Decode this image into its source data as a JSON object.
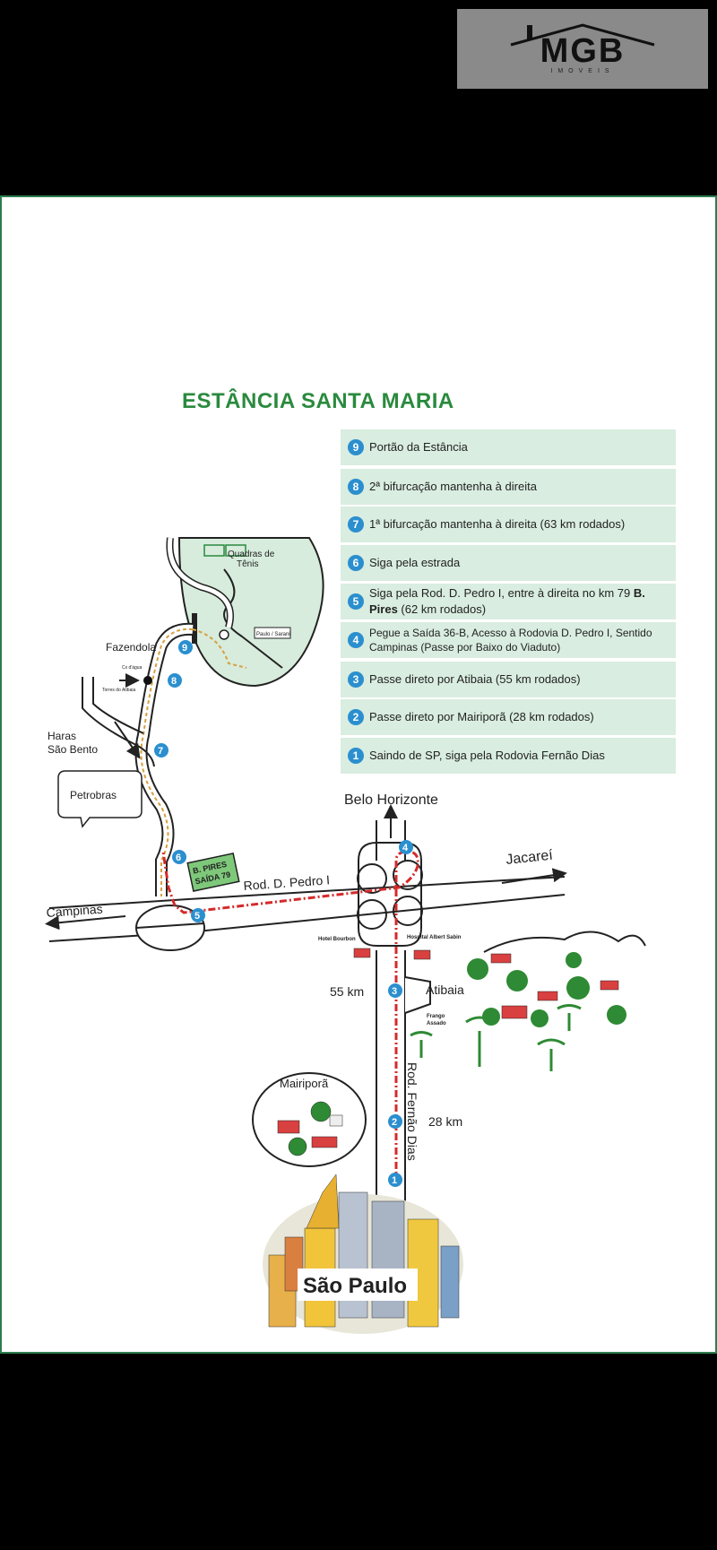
{
  "logo": {
    "brand": "MGB",
    "sub": "IMOVEIS"
  },
  "title": "ESTÂNCIA SANTA MARIA",
  "steps": [
    {
      "num": "9",
      "text": "Portão da Estância"
    },
    {
      "num": "8",
      "text": "2ª bifurcação mantenha à direita"
    },
    {
      "num": "7",
      "text": "1ª bifurcação mantenha à direita (63 km rodados)"
    },
    {
      "num": "6",
      "text": "Siga pela estrada"
    },
    {
      "num": "5",
      "text_a": "Siga pela Rod. D. Pedro I, entre à direita no km 79 ",
      "text_b": "B. Pires",
      "text_c": " (62 km rodados)"
    },
    {
      "num": "4",
      "text": "Pegue a Saída 36-B, Acesso à Rodovia D. Pedro I, Sentido Campinas (Passe por Baixo do Viaduto)"
    },
    {
      "num": "3",
      "text": "Passe direto por Atibaia (55 km rodados)"
    },
    {
      "num": "2",
      "text": "Passe direto por Mairiporã (28 km rodados)"
    },
    {
      "num": "1",
      "text": "Saindo de SP, siga pela Rodovia Fernão Dias"
    }
  ],
  "map": {
    "quadras": "Quadras de",
    "tenis": "Tênis",
    "fazendola": "Fazendola",
    "cx_agua": "Cx d'água",
    "torres": "Torres do Atibaia",
    "paulo_sarani": "Paulo / Sarani",
    "haras_1": "Haras",
    "haras_2": "São Bento",
    "petrobras": "Petrobras",
    "bpires_1": "B. PIRES",
    "bpires_2": "SAÍDA 79",
    "rod_pedro": "Rod. D. Pedro I",
    "campinas": "Campinas",
    "belo_horizonte": "Belo Horizonte",
    "jacarei": "Jacareí",
    "hotel_bourbon": "Hotel Bourbon",
    "hospital": "Hospital Albert Sabin",
    "km55": "55 km",
    "atibaia": "Atibaia",
    "frango_1": "Frango",
    "frango_2": "Assado",
    "mairipora": "Mairiporã",
    "rod_fernao": "Rod. Fernão Dias",
    "km28": "28 km",
    "sao_paulo": "São Paulo",
    "markers": [
      "1",
      "2",
      "3",
      "4",
      "5",
      "6",
      "7",
      "8",
      "9"
    ]
  },
  "colors": {
    "green_title": "#2a8a3e",
    "marker_blue": "#2b8fcf",
    "route_red": "#d42a2a",
    "panel_green": "#d9ede0",
    "park_green": "#d7ecdc"
  }
}
